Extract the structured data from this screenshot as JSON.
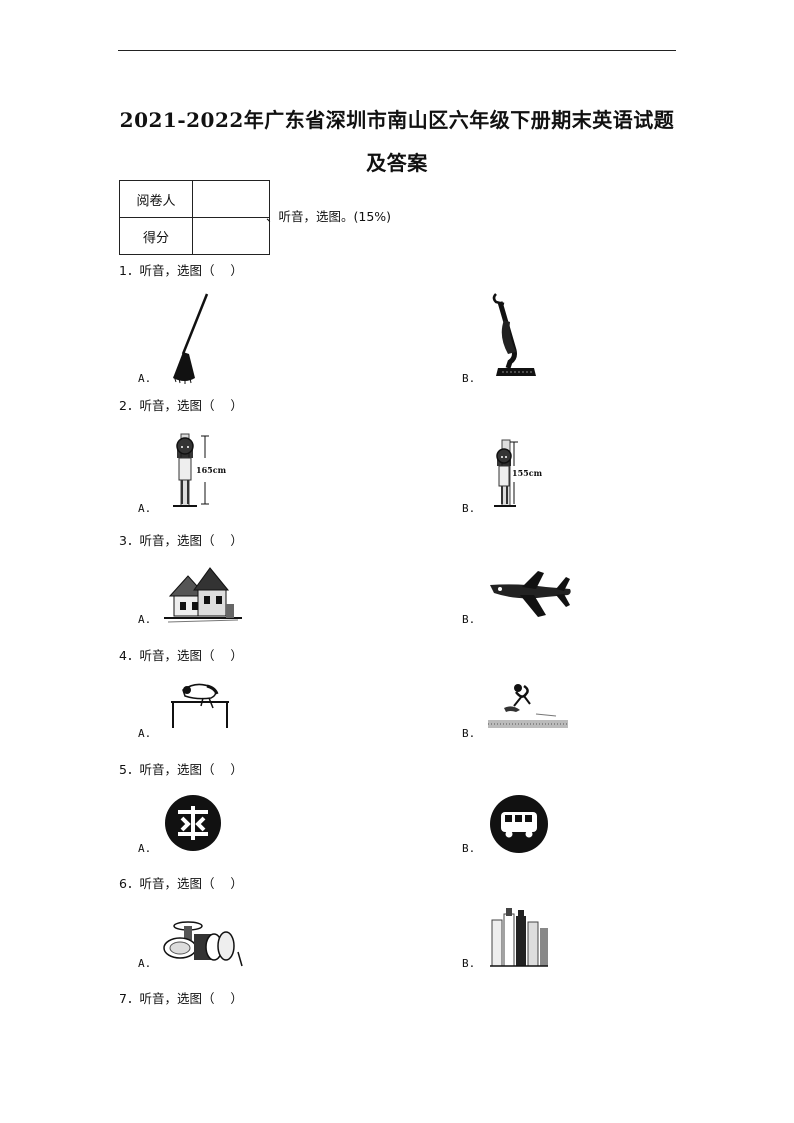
{
  "title_line1": "2021-2022年广东省深圳市南山区六年级下册期末英语试题",
  "title_line2": "及答案",
  "score_table": {
    "reviewer": "阅卷人",
    "score": "得分"
  },
  "section": "、听音，选图。(15%)",
  "questions": [
    {
      "label": "1．听音，选图（    ）",
      "a": "A.",
      "b": "B."
    },
    {
      "label": "2．听音，选图（    ）",
      "a": "A.",
      "b": "B.",
      "a_height": "165cm",
      "b_height": "155cm"
    },
    {
      "label": "3．听音，选图（    ）",
      "a": "A.",
      "b": "B."
    },
    {
      "label": "4．听音，选图（    ）",
      "a": "A.",
      "b": "B."
    },
    {
      "label": "5．听音，选图（    ）",
      "a": "A.",
      "b": "B."
    },
    {
      "label": "6．听音，选图（    ）",
      "a": "A.",
      "b": "B."
    },
    {
      "label": "7．听音，选图（    ）"
    }
  ]
}
